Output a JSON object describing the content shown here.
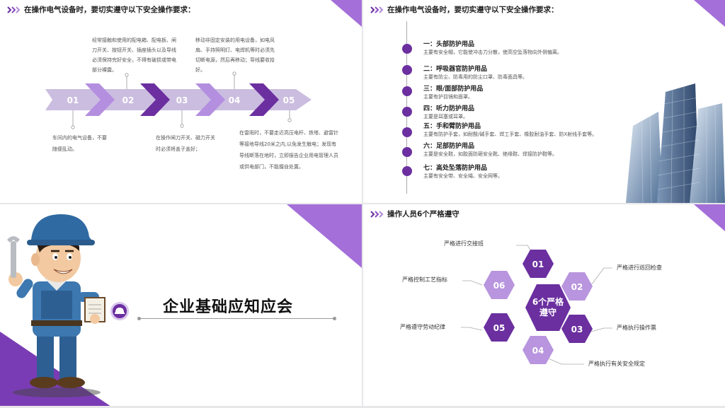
{
  "slide1": {
    "header": "在操作电气设备时，要切实遵守以下安全操作要求：",
    "steps": [
      "01",
      "02",
      "03",
      "04",
      "05"
    ],
    "notes_top": [
      "经常接触和使用的配电箱、配电板、闸刀开关、按钮开关、插座插头以及导线必须保持完好安全，不得有破损或带电部分裸露。",
      "移动非固定安装的用电设备，如电风扇、手持照明灯、电焊机等时必须先切断电源，然后再移动；导线要收拾好。"
    ],
    "notes_bottom": [
      "车间内的电气设备，不要随便乱动。",
      "在操作闸刀开关、磁力开关时必须将盖子盖好；",
      "在雷雨时，不要走近高压电杆、铁塔、避雷针等接地导线20米之内,以免发生触电；发现有导线断落在地时，立即报告企业用电管理人员或供电部门，不能擅自处置。"
    ]
  },
  "slide2": {
    "header": "在操作电气设备时，要切实遵守以下安全操作要求：",
    "items": [
      {
        "title": "一：头部防护用品",
        "desc": "主要有安全帽，它能使冲击力分散，使高空坠落物向外侧偏离。"
      },
      {
        "title": "二：呼吸器官防护用品",
        "desc": "主要有防尘、防毒用的防尘口罩、防毒面具等。"
      },
      {
        "title": "三：眼/面部防护用品",
        "desc": "主要有护目镜和面罩。"
      },
      {
        "title": "四：听力防护用品",
        "desc": "主要是耳塞或耳罩。"
      },
      {
        "title": "五：手和臂防护用品",
        "desc": "主要有防护手套，如耐酸/碱手套、焊工手套、橡胶耐油手套、防X射线手套等。"
      },
      {
        "title": "六：足部防护用品",
        "desc": "主要是安全鞋，如胶面防砸安全靴、绝缘鞋、焊接防护鞋等。"
      },
      {
        "title": "七：高处坠落防护用品",
        "desc": "主要有安全带、安全绳、安全网等。"
      }
    ]
  },
  "slide3": {
    "title": "企业基础应知应会"
  },
  "slide4": {
    "header": "操作人员6个严格遵守",
    "center": [
      "6个严格",
      "遵守"
    ],
    "hex_numbers": [
      "01",
      "02",
      "03",
      "04",
      "05",
      "06"
    ],
    "rules": [
      "严格进行交接班",
      "严格进行巡回检查",
      "严格执行操作票",
      "严格执行有关安全规定",
      "严格遵守劳动纪律",
      "严格控制工艺指标"
    ]
  },
  "colors": {
    "purple_dark": "#6b2fa0",
    "purple_mid": "#9a63cf",
    "purple_light": "#b895de",
    "lavender": "#c5b4db"
  }
}
